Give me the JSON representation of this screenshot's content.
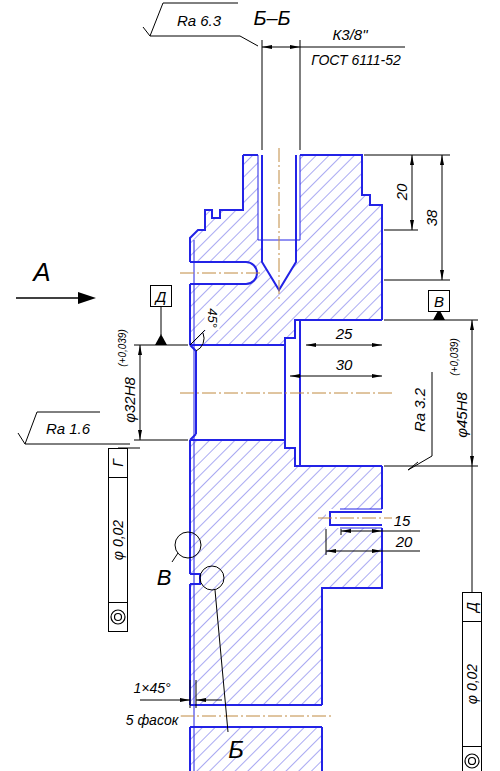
{
  "diagram": {
    "nodes": [
      {
        "text": [
          "Д"
        ]
      },
      {
        "text": [
          "В"
        ]
      },
      {
        "text": [
          "φ 0,02",
          "Г"
        ]
      },
      {
        "text": [
          "φ 0,02",
          "Д"
        ]
      }
    ],
    "labels": [
      "Б–Б",
      "Ra 6.3",
      "К3/8\"",
      "ГОСТ 6111-52",
      "20",
      "38",
      "А",
      "45°",
      "25",
      "30",
      "φ32H8",
      "(+0,039)",
      "Ra 1.6",
      "φ45H8",
      "(+0,039)",
      "Ra 3.2",
      "15",
      "20",
      "В",
      "1×45°",
      "5 фасок",
      "Б"
    ]
  }
}
